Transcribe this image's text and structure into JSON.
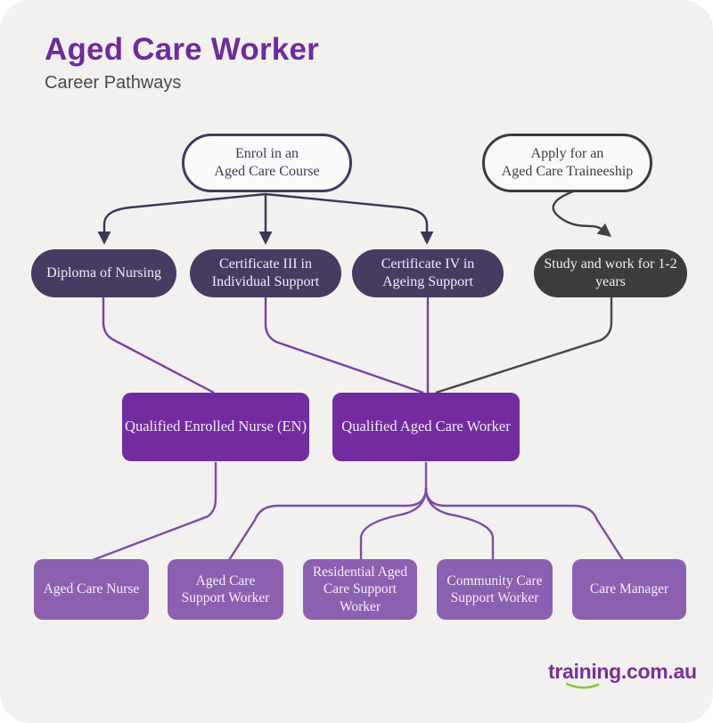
{
  "page": {
    "title": "Aged Care Worker",
    "subtitle": "Career Pathways"
  },
  "flowchart": {
    "entry_points": [
      {
        "id": "enrol-course",
        "label": "Enrol in an\nAged Care Course"
      },
      {
        "id": "apply-traineeship",
        "label": "Apply for an\nAged Care Traineeship"
      }
    ],
    "qualifications": [
      {
        "id": "diploma-of-nursing",
        "label": "Diploma of Nursing"
      },
      {
        "id": "certificate-iii",
        "label": "Certificate III in\nIndividual Support"
      },
      {
        "id": "certificate-iv",
        "label": "Certificate IV in\nAgeing Support"
      },
      {
        "id": "study-and-work",
        "label": "Study and work for 1-2\nyears"
      }
    ],
    "outcomes": [
      {
        "id": "qualified-enrolled-nurse",
        "label": "Qualified Enrolled Nurse (EN)"
      },
      {
        "id": "qualified-aged-care-worker",
        "label": "Qualified Aged Care Worker"
      }
    ],
    "careers": [
      {
        "id": "aged-care-nurse",
        "label": "Aged Care Nurse"
      },
      {
        "id": "aged-care-support-worker",
        "label": "Aged Care\nSupport Worker"
      },
      {
        "id": "residential-aged-care-support-worker",
        "label": "Residential Aged\nCare Support\nWorker"
      },
      {
        "id": "community-care-support-worker",
        "label": "Community Care\nSupport Worker"
      },
      {
        "id": "care-manager",
        "label": "Care Manager"
      }
    ]
  },
  "footer": {
    "logo_text": "training.com.au"
  },
  "colors": {
    "background_card": "#f2f1ef",
    "title_purple": "#6e2b9e",
    "subtitle_gray": "#4a4a4a",
    "outline_pill_purple_border": "#433a63",
    "outline_pill_gray_border": "#3b3b3b",
    "qualification_dark_purple": "#473b62",
    "qualification_dark_gray": "#3d3c3d",
    "outcome_purple": "#722c9f",
    "career_light_purple": "#8c60b0",
    "connector_navy": "#3e3658",
    "connector_gray": "#454545",
    "connector_purple": "#7a3fa6",
    "logo_purple": "#7b2f9b",
    "logo_green": "#8cc63f"
  }
}
